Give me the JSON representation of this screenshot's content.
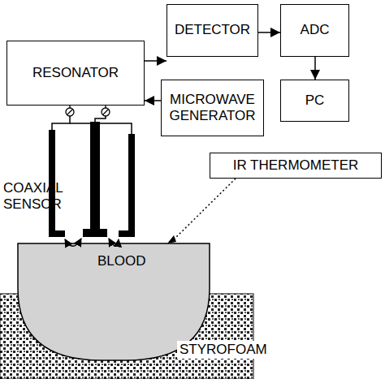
{
  "diagram": {
    "nodes": [
      {
        "text": [
          "DETECTOR"
        ]
      },
      {
        "text": [
          "ADC"
        ]
      },
      {
        "text": [
          "RESONATOR"
        ]
      },
      {
        "text": [
          "MICROWAVE GENERATOR"
        ]
      },
      {
        "text": [
          "PC"
        ]
      },
      {
        "text": [
          "IR THERMOMETER"
        ]
      }
    ],
    "edges": [
      {
        "from": 2,
        "to": 0,
        "arrow": "to"
      },
      {
        "from": 0,
        "to": 1,
        "arrow": "to"
      },
      {
        "from": 1,
        "to": 4,
        "arrow": "to"
      },
      {
        "from": 3,
        "to": 2,
        "arrow": "to"
      }
    ],
    "labels": [
      "COAXIAL SENSOR",
      "BLOOD",
      "STYROFOAM"
    ]
  }
}
